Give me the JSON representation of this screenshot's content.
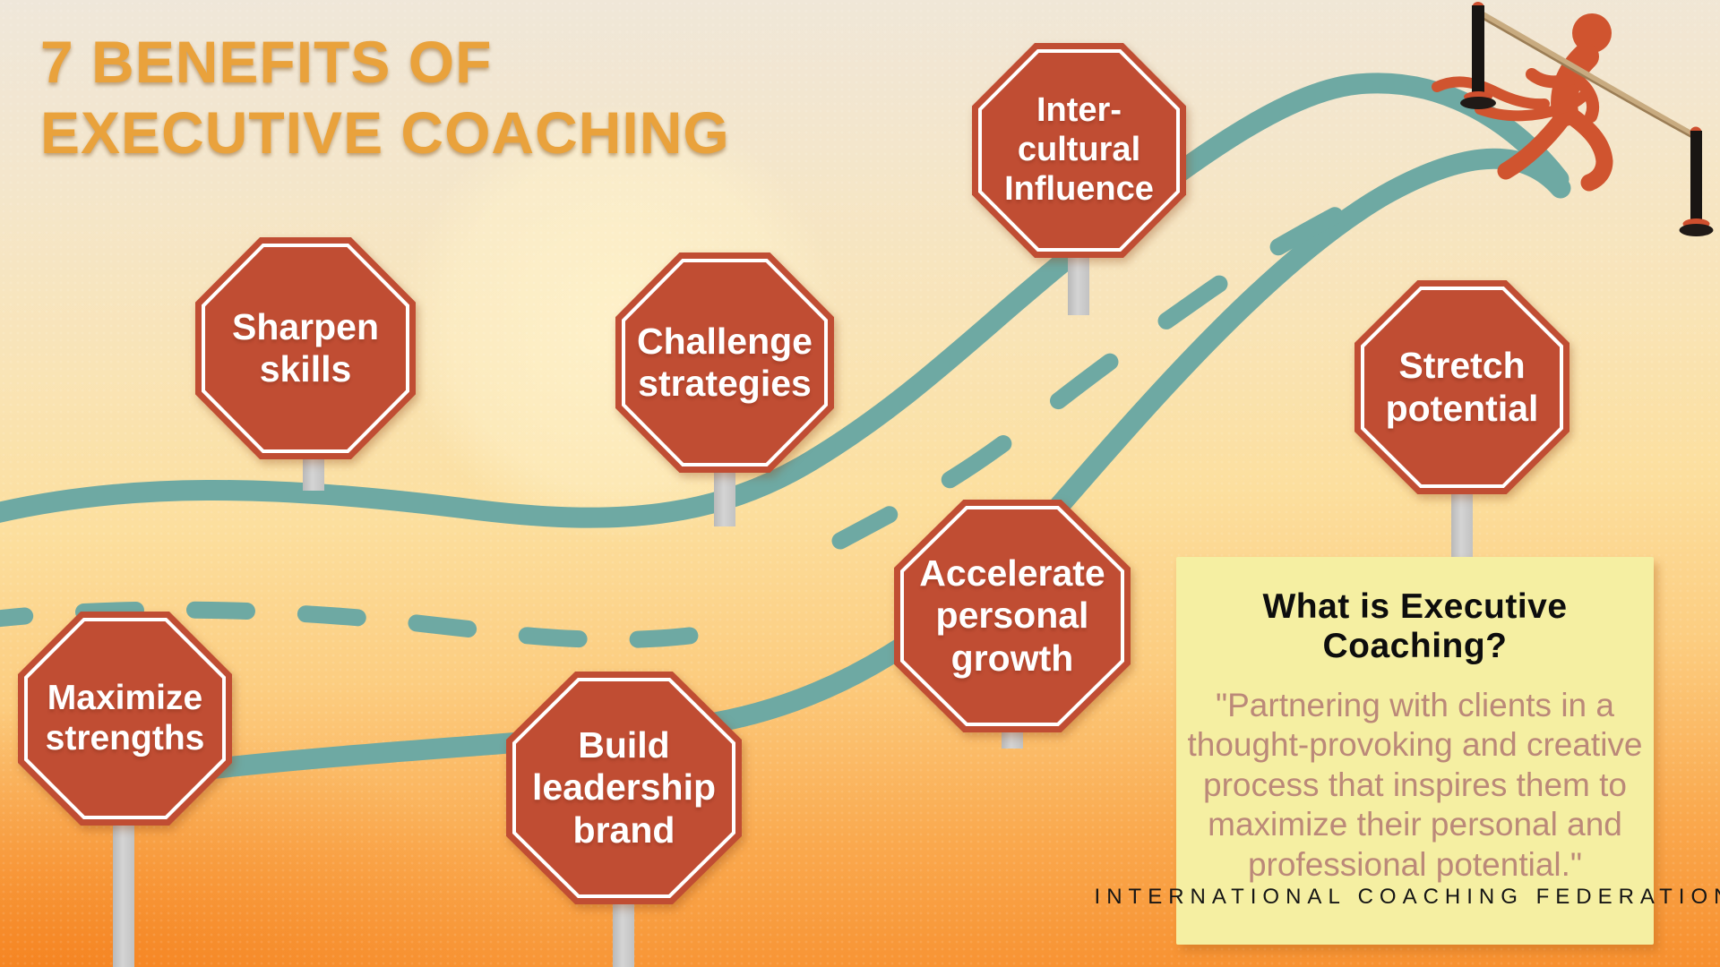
{
  "title": {
    "line1": "7 BENEFITS OF",
    "line2": "EXECUTIVE COACHING"
  },
  "signs": {
    "sharpen": [
      "Sharpen",
      "skills"
    ],
    "challenge": [
      "Challenge",
      "strategies"
    ],
    "intercultural": [
      "Inter-",
      "cultural",
      "Influence"
    ],
    "stretch": [
      "Stretch",
      "potential"
    ],
    "maximize": [
      "Maximize",
      "strengths"
    ],
    "build": [
      "Build",
      "leadership",
      "brand"
    ],
    "accelerate": [
      "Accelerate",
      "personal",
      "growth"
    ]
  },
  "info_box": {
    "heading": "What is Executive Coaching?",
    "quote": "\"Partnering with clients in a thought-provoking and creative process that inspires them to maximize their personal and professional potential.\"",
    "attribution": "INTERNATIONAL COACHING FEDERATION"
  },
  "icons": {
    "road": "winding-road-with-dashed-center-line",
    "runner": "runner-breaking-finish-tape",
    "finish_line": "finish-line-posts-and-tape",
    "sign_shape": "stop-sign-octagon"
  },
  "colors": {
    "sign-red": "#c04d33",
    "road-teal": "#6ea9a3",
    "post-gray": "#c9c9c9",
    "title-orange": "#e9a23c",
    "box-yellow": "#f5efa2",
    "quote-color": "#bb8979",
    "runner-red": "#d0542f",
    "tape-tan": "#c8ab80",
    "background-top": "#efe7da",
    "background-bottom": "#f78f2e"
  }
}
